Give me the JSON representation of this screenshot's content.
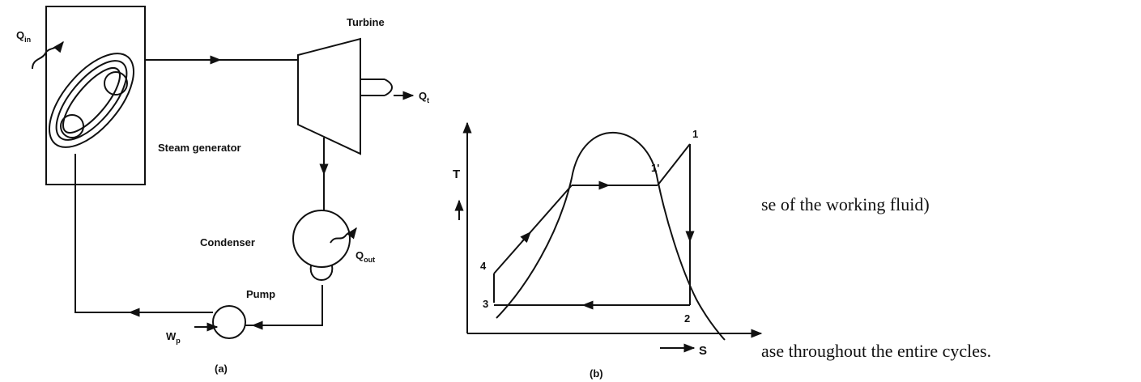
{
  "diagram_a": {
    "q_in": "Q",
    "q_in_sub": "in",
    "turbine": "Turbine",
    "q_t": "Q",
    "q_t_sub": "t",
    "steam_generator": "Steam generator",
    "condenser": "Condenser",
    "q_out": "Q",
    "q_out_sub": "out",
    "pump": "Pump",
    "w_p": "W",
    "w_p_sub": "p",
    "caption": "(a)"
  },
  "diagram_b": {
    "y_axis": "T",
    "x_axis": "S",
    "points": [
      "1",
      "1'",
      "2",
      "3",
      "4"
    ],
    "caption": "(b)"
  },
  "body_text": {
    "line1": "se of the working fluid)",
    "line2": "ase throughout the entire cycles."
  }
}
